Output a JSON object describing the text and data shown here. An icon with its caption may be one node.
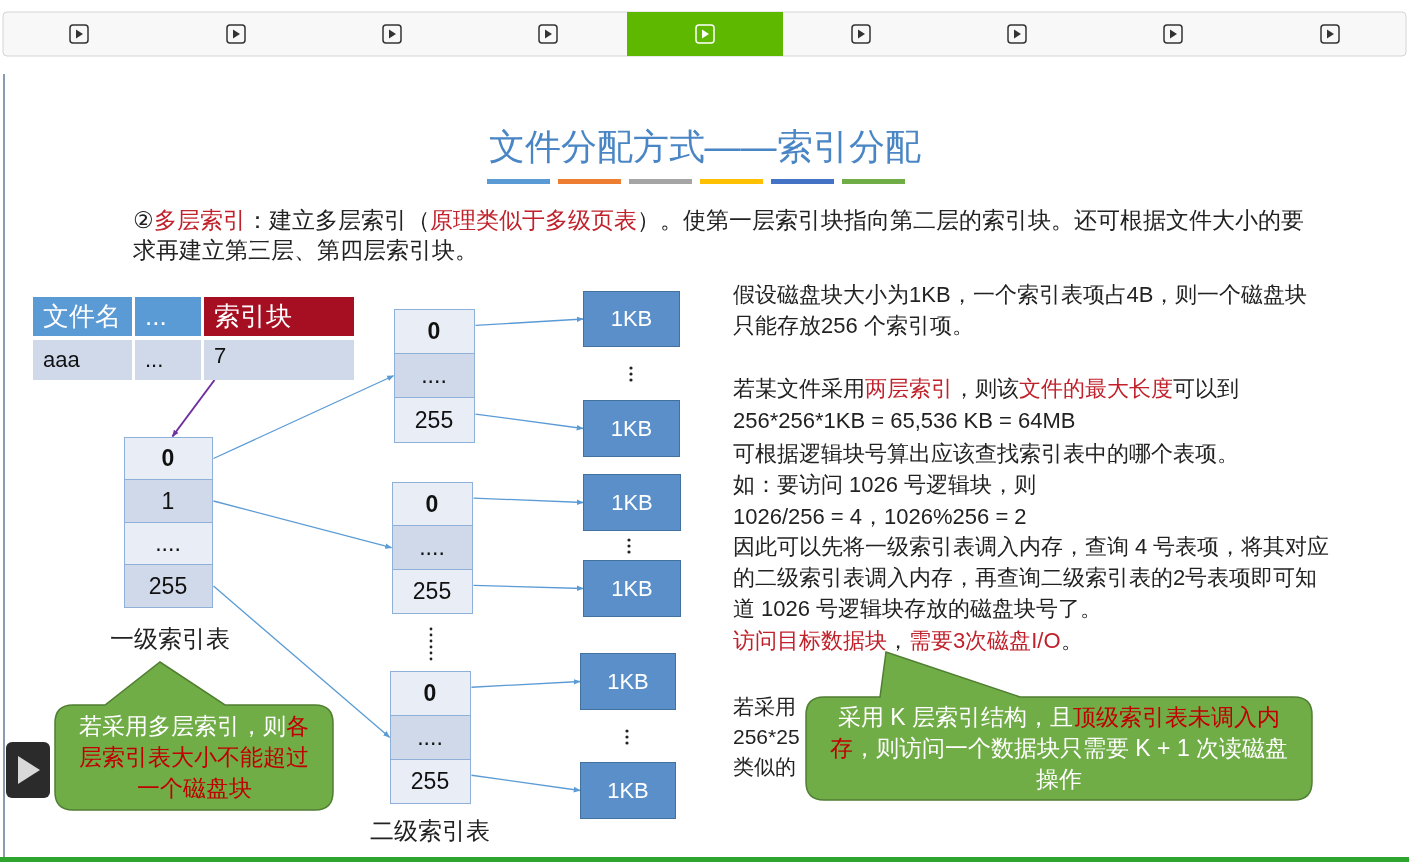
{
  "diagram": {
    "title": "文件分配方式——索引分配",
    "nodes": [
      {
        "text": [
          "7"
        ]
      },
      {
        "text": [
          "一级索引表"
        ]
      },
      {
        "text": [
          "0"
        ],
        "in": 1
      },
      {
        "text": [
          "1"
        ],
        "in": 1
      },
      {
        "text": [
          "...."
        ],
        "in": 1
      },
      {
        "text": [
          "255"
        ],
        "in": 1
      },
      {
        "text": [],
        "shape": "box"
      },
      {
        "text": [
          "0"
        ],
        "in": 6
      },
      {
        "text": [
          "...."
        ],
        "in": 6
      },
      {
        "text": [
          "255"
        ],
        "in": 6
      },
      {
        "text": [],
        "shape": "box"
      },
      {
        "text": [
          "0"
        ],
        "in": 10
      },
      {
        "text": [
          "...."
        ],
        "in": 10
      },
      {
        "text": [
          "255"
        ],
        "in": 10
      },
      {
        "text": [],
        "shape": "box"
      },
      {
        "text": [
          "0"
        ],
        "in": 14
      },
      {
        "text": [
          "...."
        ],
        "in": 14
      },
      {
        "text": [
          "255"
        ],
        "in": 14
      },
      {
        "text": [
          "1KB"
        ]
      },
      {
        "text": [
          "1KB"
        ]
      },
      {
        "text": [
          "1KB"
        ]
      },
      {
        "text": [
          "1KB"
        ]
      },
      {
        "text": [
          "1KB"
        ]
      },
      {
        "text": [
          "1KB"
        ]
      },
      {
        "text": [
          "若采用多层索引，则**各层索引表大小不能超过一个磁盘块**"
        ]
      },
      {
        "text": [
          "采用 K 层索引结构，且**顶级索引表未调入内存**，则访问一个数据块只需要 K + 1 次读磁盘操作"
        ]
      }
    ],
    "edges": [
      {
        "from": 0,
        "to": 2,
        "arrow": "to",
        "color": "#7030a0"
      },
      {
        "from": 2,
        "to": 8,
        "arrow": "to"
      },
      {
        "from": 3,
        "to": 12,
        "arrow": "to"
      },
      {
        "from": 5,
        "to": 16,
        "arrow": "to"
      },
      {
        "from": 7,
        "to": 18,
        "arrow": "to"
      },
      {
        "from": 9,
        "to": 19,
        "arrow": "to"
      },
      {
        "from": 11,
        "to": 20,
        "arrow": "to"
      },
      {
        "from": 13,
        "to": 21,
        "arrow": "to"
      },
      {
        "from": 15,
        "to": 22,
        "arrow": "to"
      },
      {
        "from": 17,
        "to": 23,
        "arrow": "to"
      }
    ],
    "labels": [
      "②**多层索引**：建立多层索引（**原理类似于多级页表**）。使第一层索引块指向第二层的索引块。还可根据文件大小的要求再建立第三层、第四层索引块。",
      "文件名",
      "...",
      "索引块",
      "aaa",
      "...",
      "假设磁盘块大小为1KB，一个索引表项占4B，则一个磁盘块只能存放256 个索引项。",
      "若某文件采用**两层索引**，则该**文件的最大长度**可以到",
      "256*256*1KB = 65,536 KB = 64MB",
      "可根据逻辑块号算出应该查找索引表中的哪个表项。",
      "如：要访问 1026 号逻辑块，则",
      "1026/256 = 4，1026%256 = 2",
      "因此可以先将一级索引表调入内存，查询 4 号表项，将其对应的二级索引表调入内存，再查询二级索引表的2号表项即可知道 1026 号逻辑块存放的磁盘块号了。",
      "**访问目标数据块**，**需要3次磁盘I/O**。",
      "若采用",
      "256*25",
      "类似的",
      "二级索引表"
    ]
  }
}
